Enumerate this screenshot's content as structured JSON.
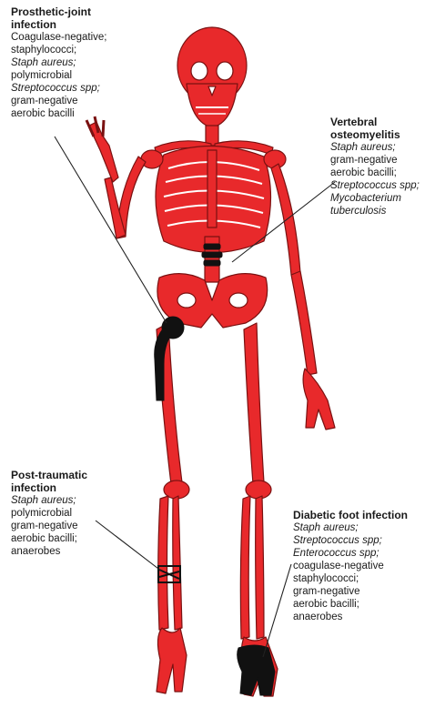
{
  "colors": {
    "bone": "#e8292b",
    "bone_outline": "#7a1111",
    "infection_marker": "#111111",
    "leader_line": "#222222",
    "text": "#1a1a1a"
  },
  "labels": {
    "prosthetic": {
      "title_lines": [
        "Prosthetic-joint",
        "infection"
      ],
      "lines": [
        {
          "text": "Coagulase-negative;",
          "italic": false
        },
        {
          "text": "staphylococci;",
          "italic": false
        },
        {
          "text": "Staph aureus;",
          "italic": true
        },
        {
          "text": "polymicrobial",
          "italic": false
        },
        {
          "text": "Streptococcus spp;",
          "italic": true,
          "plain_suffix": " spp;",
          "italic_part": "Streptococcus"
        },
        {
          "text": "gram-negative",
          "italic": false
        },
        {
          "text": "aerobic bacilli",
          "italic": false
        }
      ]
    },
    "vertebral": {
      "title_lines": [
        "Vertebral",
        "osteomyelitis"
      ],
      "lines": [
        {
          "text": "Staph aureus;",
          "italic": true
        },
        {
          "text": "gram-negative",
          "italic": false
        },
        {
          "text": "aerobic bacilli;",
          "italic": false
        },
        {
          "text": "Streptococcus spp;",
          "italic": true
        },
        {
          "text": "Mycobacterium",
          "italic": true
        },
        {
          "text": "tuberculosis",
          "italic": true
        }
      ]
    },
    "posttraumatic": {
      "title_lines": [
        "Post-traumatic",
        "infection"
      ],
      "lines": [
        {
          "text": "Staph aureus;",
          "italic": true
        },
        {
          "text": "polymicrobial",
          "italic": false
        },
        {
          "text": "gram-negative",
          "italic": false
        },
        {
          "text": "aerobic bacilli;",
          "italic": false
        },
        {
          "text": "anaerobes",
          "italic": false
        }
      ]
    },
    "diabetic": {
      "title_lines": [
        "Diabetic foot infection"
      ],
      "lines": [
        {
          "text": "Staph aureus;",
          "italic": true
        },
        {
          "text": "Streptococcus spp;",
          "italic": true
        },
        {
          "text": "Enterococcus spp;",
          "italic": true
        },
        {
          "text": "coagulase-negative",
          "italic": false
        },
        {
          "text": "staphylococci;",
          "italic": false
        },
        {
          "text": "gram-negative",
          "italic": false
        },
        {
          "text": "aerobic bacilli;",
          "italic": false
        },
        {
          "text": "anaerobes",
          "italic": false
        }
      ]
    }
  }
}
